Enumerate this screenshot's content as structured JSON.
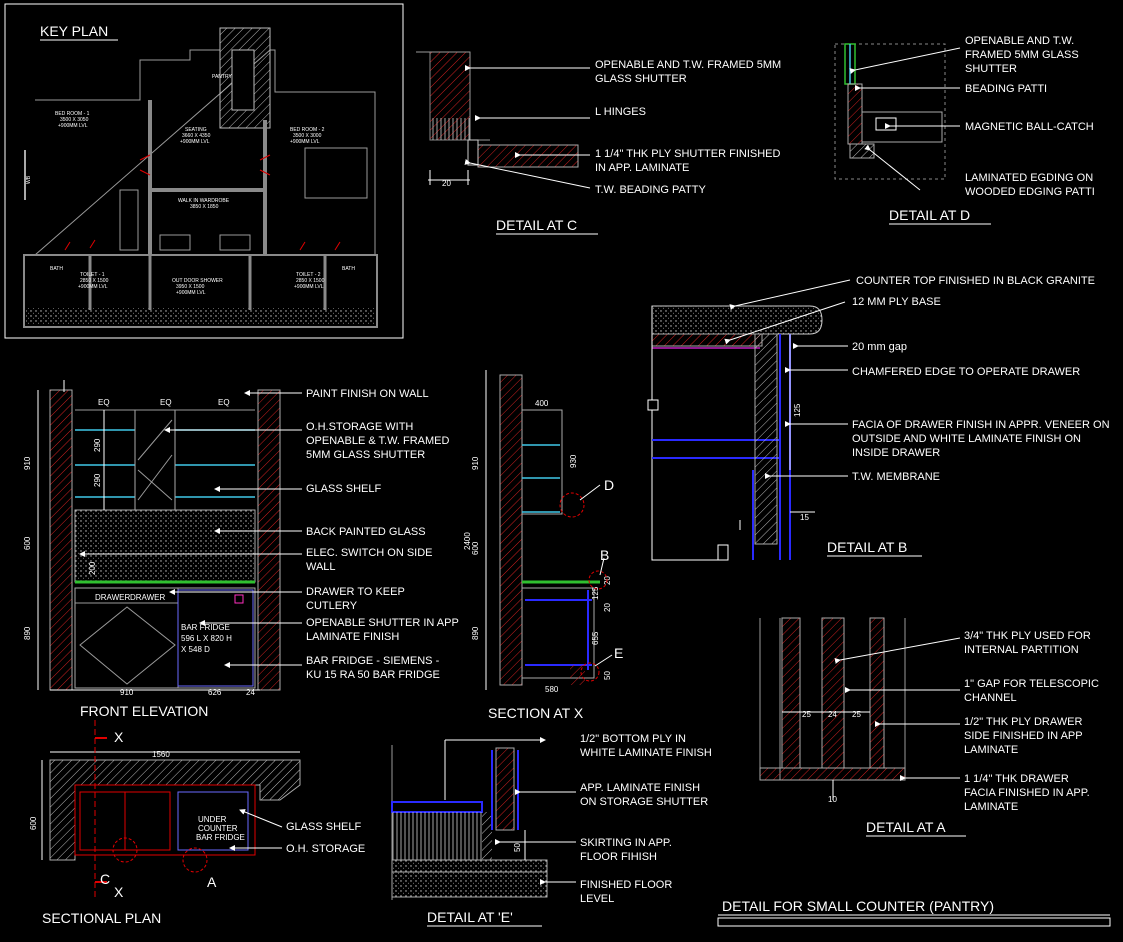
{
  "sheet_title": "DETAIL FOR SMALL COUNTER (PANTRY)",
  "key_plan": {
    "title": "KEY PLAN",
    "rooms": {
      "bed1": [
        "BED ROOM - 1",
        "3500 X 3050",
        "+900MM LVL"
      ],
      "seating": [
        "SEATING",
        "3660 X 4350",
        "+900MM LVL"
      ],
      "bed2": [
        "BED ROOM - 2",
        "3500 X 3000",
        "+900MM LVL"
      ],
      "walkin": [
        "WALK IN WARDROBE",
        "3850 X 1850"
      ],
      "bath_l": "BATH",
      "toilet1": [
        "TOILET - 1",
        "2850 X 1500",
        "+900MM LVL"
      ],
      "outdoor": [
        "OUT DOOR SHOWER",
        "3950 X 1500",
        "+900MM LVL"
      ],
      "toilet2": [
        "TOILET - 2",
        "2850 X 1500",
        "+900MM LVL"
      ],
      "bath_r": "BATH",
      "pantry": "PANTRY",
      "wb": "WB"
    }
  },
  "detail_c": {
    "title": "DETAIL AT  C",
    "dim": "20",
    "notes": [
      [
        "OPENABLE AND T.W. FRAMED 5MM",
        "GLASS SHUTTER"
      ],
      [
        "L HINGES"
      ],
      [
        "1 1/4\" THK PLY SHUTTER FINISHED",
        "IN APP. LAMINATE"
      ],
      [
        "T.W. BEADING PATTY"
      ]
    ]
  },
  "detail_d": {
    "title": "DETAIL AT  D",
    "notes": [
      [
        "OPENABLE AND T.W.",
        "FRAMED 5MM GLASS",
        "SHUTTER"
      ],
      [
        "BEADING PATTI"
      ],
      [
        "MAGNETIC BALL-CATCH"
      ],
      [
        "LAMINATED EGDING ON",
        "WOODED EDGING PATTI"
      ]
    ]
  },
  "detail_b": {
    "title": "DETAIL AT B",
    "dims": [
      "125",
      "15"
    ],
    "notes": [
      [
        "COUNTER TOP FINISHED IN BLACK GRANITE"
      ],
      [
        "12 MM PLY BASE"
      ],
      [
        "20 mm gap"
      ],
      [
        "CHAMFERED EDGE TO OPERATE DRAWER"
      ],
      [
        "FACIA OF DRAWER FINISH IN APPR. VENEER ON",
        "OUTSIDE AND WHITE LAMINATE FINISH ON",
        "INSIDE DRAWER"
      ],
      [
        "T.W. MEMBRANE"
      ]
    ]
  },
  "front_elevation": {
    "title": "FRONT ELEVATION",
    "eq_labels": [
      "EQ",
      "EQ",
      "EQ"
    ],
    "left_dims": [
      "910",
      "600",
      "890"
    ],
    "inner_dims": [
      "290",
      "290",
      "200"
    ],
    "bottom_dims": [
      "910",
      "626",
      "24"
    ],
    "drawer_labels": [
      "DRAWER",
      "DRAWER"
    ],
    "bar_fridge_label": [
      "BAR FRIDGE",
      "596 L X 820 H",
      "X 548 D"
    ],
    "notes": [
      [
        "PAINT FINISH ON WALL"
      ],
      [
        "O.H.STORAGE WITH",
        "OPENABLE & T.W. FRAMED",
        "5MM GLASS SHUTTER"
      ],
      [
        "GLASS SHELF"
      ],
      [
        "BACK PAINTED GLASS"
      ],
      [
        "ELEC. SWITCH ON SIDE",
        "WALL"
      ],
      [
        "DRAWER TO KEEP",
        "CUTLERY"
      ],
      [
        "OPENABLE SHUTTER IN APP",
        "LAMINATE FINISH"
      ],
      [
        "BAR FRIDGE - SIEMENS -",
        "KU 15 RA 50 BAR FRIDGE"
      ]
    ]
  },
  "section_x": {
    "title": "SECTION AT X",
    "left_dims": [
      "910",
      "2400",
      "600",
      "890"
    ],
    "dims": [
      "400",
      "930",
      "20",
      "125",
      "20",
      "655",
      "50",
      "580"
    ],
    "callouts": [
      "D",
      "B",
      "E"
    ]
  },
  "detail_a": {
    "title": "DETAIL AT  A",
    "dims": [
      "25",
      "24",
      "25",
      "10"
    ],
    "notes": [
      [
        "3/4\" THK PLY USED FOR",
        "INTERNAL PARTITION"
      ],
      [
        "1\" GAP FOR TELESCOPIC",
        "CHANNEL"
      ],
      [
        "1/2\" THK PLY  DRAWER",
        "SIDE FINISHED IN APP",
        "LAMINATE"
      ],
      [
        "1 1/4\" THK DRAWER",
        "FACIA FINISHED IN APP.",
        "LAMINATE"
      ]
    ]
  },
  "sectional_plan": {
    "title": "SECTIONAL PLAN",
    "dims": [
      "1560",
      "600"
    ],
    "section_marks": [
      "X",
      "X"
    ],
    "callouts": [
      "C",
      "A"
    ],
    "under_counter_label": [
      "UNDER",
      "COUNTER",
      "BAR FRIDGE"
    ],
    "notes": [
      [
        "GLASS SHELF"
      ],
      [
        "O.H. STORAGE"
      ]
    ]
  },
  "detail_e": {
    "title": "DETAIL AT 'E'",
    "dim": "50",
    "notes": [
      [
        "1/2\"  BOTTOM PLY IN",
        "WHITE LAMINATE FINISH"
      ],
      [
        "APP. LAMINATE FINISH",
        "ON STORAGE SHUTTER"
      ],
      [
        "SKIRTING IN APP.",
        "FLOOR FIHISH"
      ],
      [
        "FINISHED FLOOR",
        "LEVEL"
      ]
    ]
  }
}
